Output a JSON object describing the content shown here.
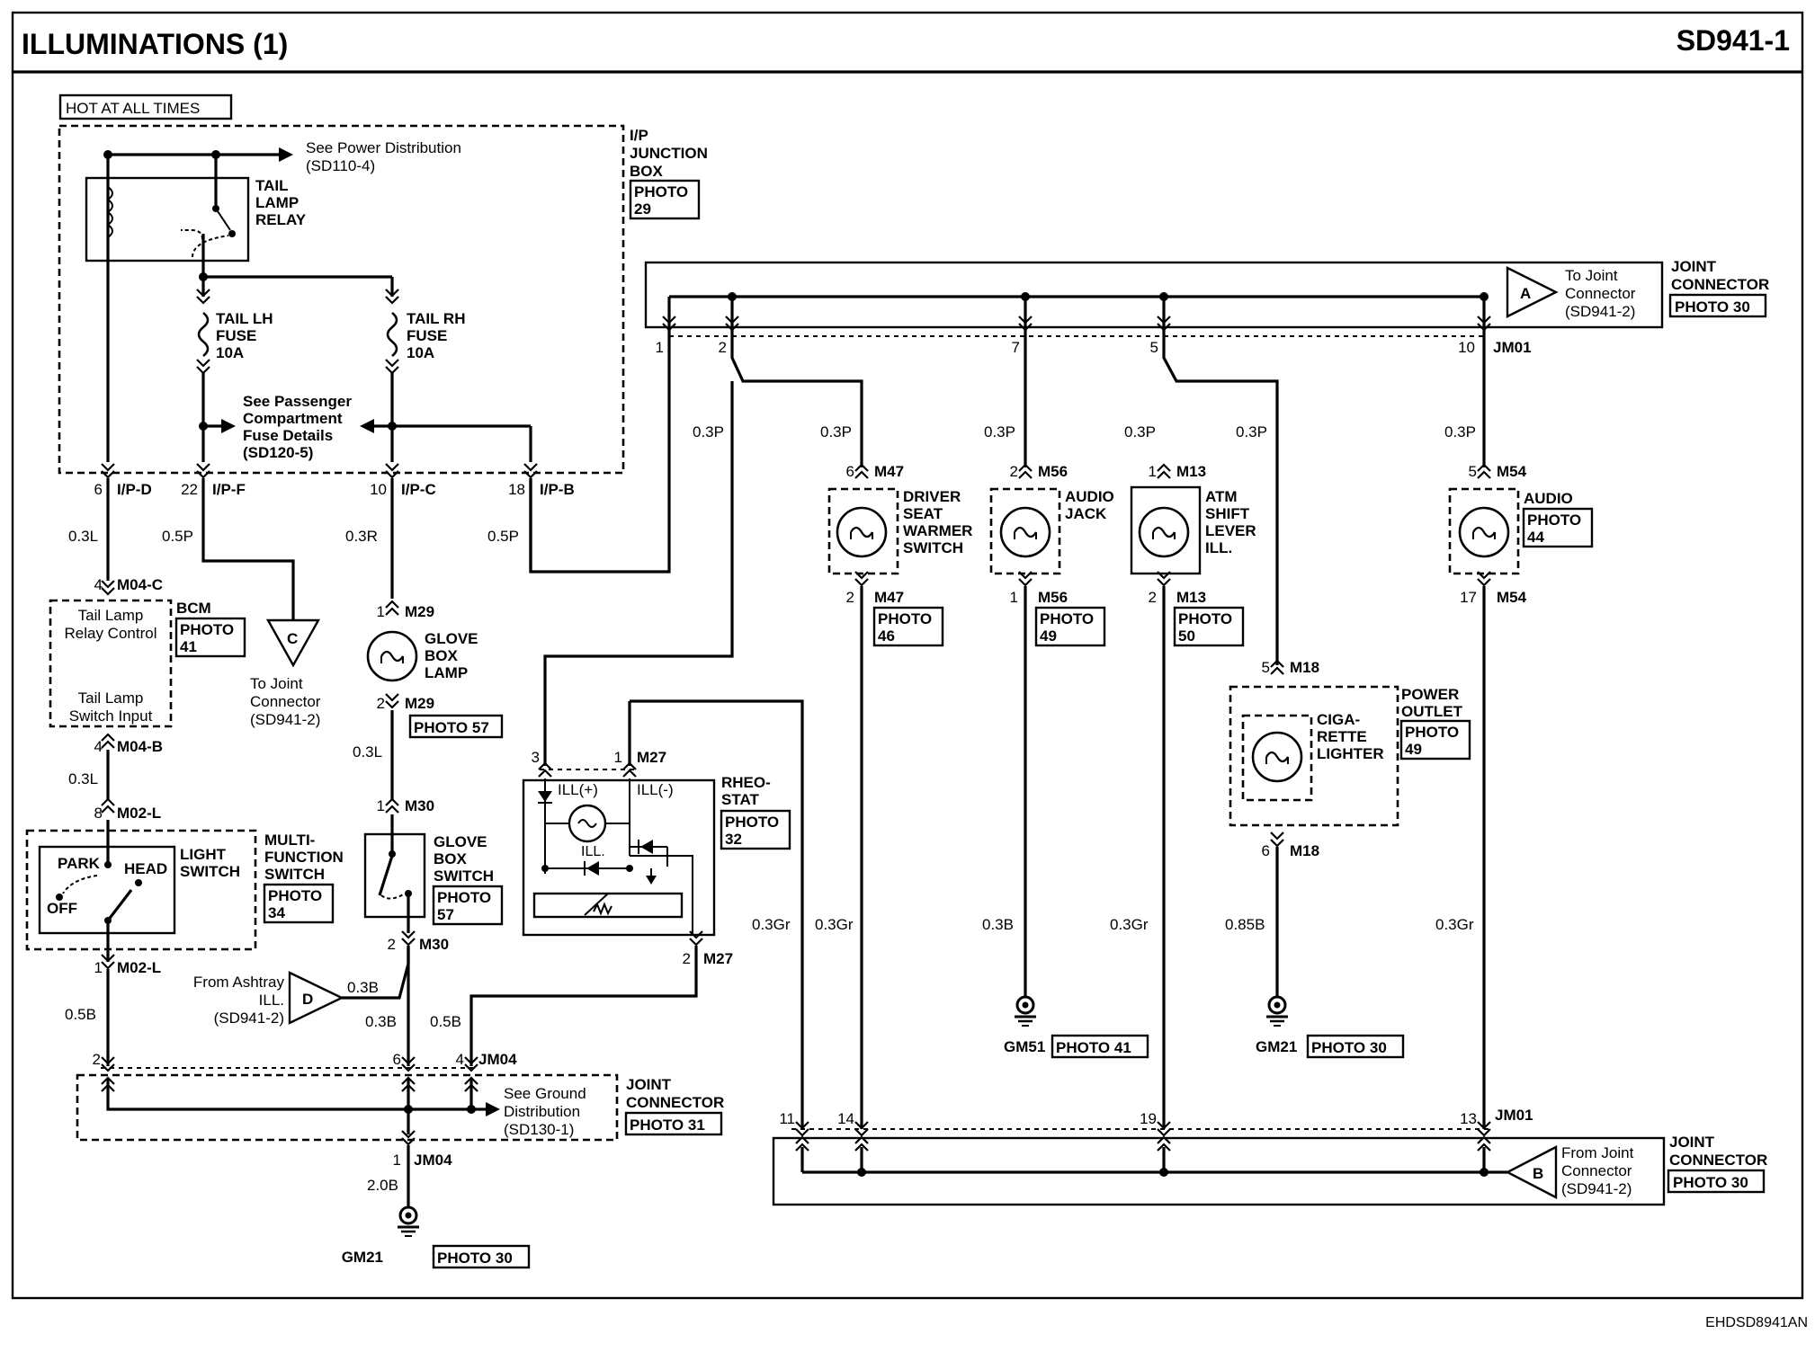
{
  "title": "ILLUMINATIONS (1)",
  "page_id": "SD941-1",
  "footer_code": "EHDSD8941AN",
  "hot_label": "HOT AT ALL TIMES",
  "colors": {
    "line": "#000000",
    "background": "#ffffff"
  },
  "junction_box": {
    "l1": "I/P",
    "l2": "JUNCTION",
    "l3": "BOX",
    "photo1": "PHOTO",
    "photo2": "29"
  },
  "power_ref": {
    "l1": "See Power Distribution",
    "l2": "(SD110-4)"
  },
  "relay": {
    "l1": "TAIL",
    "l2": "LAMP",
    "l3": "RELAY"
  },
  "fuse_lh": {
    "l1": "TAIL LH",
    "l2": "FUSE",
    "l3": "10A"
  },
  "fuse_rh": {
    "l1": "TAIL RH",
    "l2": "FUSE",
    "l3": "10A"
  },
  "pass_fuse_ref": {
    "l1": "See Passenger",
    "l2": "Compartment",
    "l3": "Fuse Details",
    "l4": "(SD120-5)"
  },
  "ip_pins": {
    "ipd": {
      "num": "6",
      "name": "I/P-D"
    },
    "ipf": {
      "num": "22",
      "name": "I/P-F"
    },
    "ipc": {
      "num": "10",
      "name": "I/P-C"
    },
    "ipb": {
      "num": "18",
      "name": "I/P-B"
    }
  },
  "joint_top": {
    "l1": "JOINT",
    "l2": "CONNECTOR",
    "photo": "PHOTO 30",
    "ref_letter": "A",
    "ref1": "To Joint",
    "ref2": "Connector",
    "ref3": "(SD941-2)",
    "pins": {
      "p1": "1",
      "p2": "2",
      "p7": "7",
      "p5": "5",
      "p10": "10",
      "name": "JM01"
    }
  },
  "joint_bottom": {
    "l1": "JOINT",
    "l2": "CONNECTOR",
    "photo": "PHOTO 30",
    "ref_letter": "B",
    "ref1": "From Joint",
    "ref2": "Connector",
    "ref3": "(SD941-2)",
    "pins": {
      "p11": "11",
      "p14": "14",
      "p19": "19",
      "p13": "13",
      "name": "JM01"
    }
  },
  "wires": {
    "w03L_a": "0.3L",
    "w05P_a": "0.5P",
    "w03R": "0.3R",
    "w05P_b": "0.5P",
    "w03P_a": "0.3P",
    "w03P_b": "0.3P",
    "w03P_c": "0.3P",
    "w03P_d": "0.3P",
    "w03P_e": "0.3P",
    "w03P_f": "0.3P",
    "w03L_b": "0.3L",
    "w03L_c": "0.3L",
    "w05B_a": "0.5B",
    "w03B_a": "0.3B",
    "w03B_b": "0.3B",
    "w05B_b": "0.5B",
    "w20B": "2.0B",
    "w03Gr_a": "0.3Gr",
    "w03Gr_b": "0.3Gr",
    "w03B_c": "0.3B",
    "w03Gr_c": "0.3Gr",
    "w085B": "0.85B",
    "w03Gr_d": "0.3Gr"
  },
  "bcm": {
    "label": "BCM",
    "photo1": "PHOTO",
    "photo2": "41",
    "in1": "Tail Lamp",
    "in2": "Relay Control",
    "in3": "Tail Lamp",
    "in4": "Switch Input",
    "pin_top_num": "4",
    "pin_top_name": "M04-C",
    "pin_bot_num": "4",
    "pin_bot_name": "M04-B"
  },
  "ref_c": {
    "letter": "C",
    "l1": "To Joint",
    "l2": "Connector",
    "l3": "(SD941-2)"
  },
  "glove_lamp": {
    "l1": "GLOVE",
    "l2": "BOX",
    "l3": "LAMP",
    "pin_top_num": "1",
    "pin_top_name": "M29",
    "pin_bot_num": "2",
    "pin_bot_name": "M29",
    "photo": "PHOTO 57"
  },
  "glove_switch": {
    "l1": "GLOVE",
    "l2": "BOX",
    "l3": "SWITCH",
    "photo1": "PHOTO",
    "photo2": "57",
    "pin_top_num": "1",
    "pin_top_name": "M30",
    "pin_bot_num": "2",
    "pin_bot_name": "M30"
  },
  "light_switch": {
    "park": "PARK",
    "head": "HEAD",
    "off": "OFF",
    "l1": "LIGHT",
    "l2": "SWITCH",
    "mf1": "MULTI-",
    "mf2": "FUNCTION",
    "mf3": "SWITCH",
    "photo1": "PHOTO",
    "photo2": "34",
    "pin_top_num": "8",
    "pin_top_name": "M02-L",
    "pin_bot_num": "1",
    "pin_bot_name": "M02-L"
  },
  "ref_d": {
    "letter": "D",
    "l1": "From Ashtray",
    "l2": "ILL.",
    "l3": "(SD941-2)"
  },
  "rheostat": {
    "l1": "RHEO-",
    "l2": "STAT",
    "photo1": "PHOTO",
    "photo2": "32",
    "ill_plus": "ILL(+)",
    "ill_minus": "ILL(-)",
    "ill": "ILL.",
    "pin3": "3",
    "pin1": "1",
    "pin_name": "M27",
    "pin2": "2",
    "pin2_name": "M27"
  },
  "joint_mid": {
    "l1": "JOINT",
    "l2": "CONNECTOR",
    "photo": "PHOTO 31",
    "g1": "See Ground",
    "g2": "Distribution",
    "g3": "(SD130-1)",
    "p2": "2",
    "p6": "6",
    "p4": "4",
    "name": "JM04",
    "p1": "1",
    "name2": "JM04"
  },
  "ground_gm21_left": {
    "name": "GM21",
    "photo": "PHOTO 30"
  },
  "driver_seat": {
    "l1": "DRIVER",
    "l2": "SEAT",
    "l3": "WARMER",
    "l4": "SWITCH",
    "pin_top_num": "6",
    "pin_top_name": "M47",
    "pin_bot_num": "2",
    "pin_bot_name": "M47",
    "photo1": "PHOTO",
    "photo2": "46"
  },
  "audio_jack": {
    "l1": "AUDIO",
    "l2": "JACK",
    "pin_top_num": "2",
    "pin_top_name": "M56",
    "pin_bot_num": "1",
    "pin_bot_name": "M56",
    "photo1": "PHOTO",
    "photo2": "49"
  },
  "atm": {
    "l1": "ATM",
    "l2": "SHIFT",
    "l3": "LEVER",
    "l4": "ILL.",
    "pin_top_num": "1",
    "pin_top_name": "M13",
    "pin_bot_num": "2",
    "pin_bot_name": "M13",
    "photo1": "PHOTO",
    "photo2": "50"
  },
  "audio": {
    "l1": "AUDIO",
    "photo1": "PHOTO",
    "photo2": "44",
    "pin_top_num": "5",
    "pin_top_name": "M54",
    "pin_bot_num": "17",
    "pin_bot_name": "M54"
  },
  "power_outlet": {
    "l1": "POWER",
    "l2": "OUTLET",
    "photo1": "PHOTO",
    "photo2": "49",
    "c1": "CIGA-",
    "c2": "RETTE",
    "c3": "LIGHTER",
    "pin_top_num": "5",
    "pin_top_name": "M18",
    "pin_bot_num": "6",
    "pin_bot_name": "M18"
  },
  "ground_gm51": {
    "name": "GM51",
    "photo": "PHOTO 41"
  },
  "ground_gm21_right": {
    "name": "GM21",
    "photo": "PHOTO 30"
  }
}
